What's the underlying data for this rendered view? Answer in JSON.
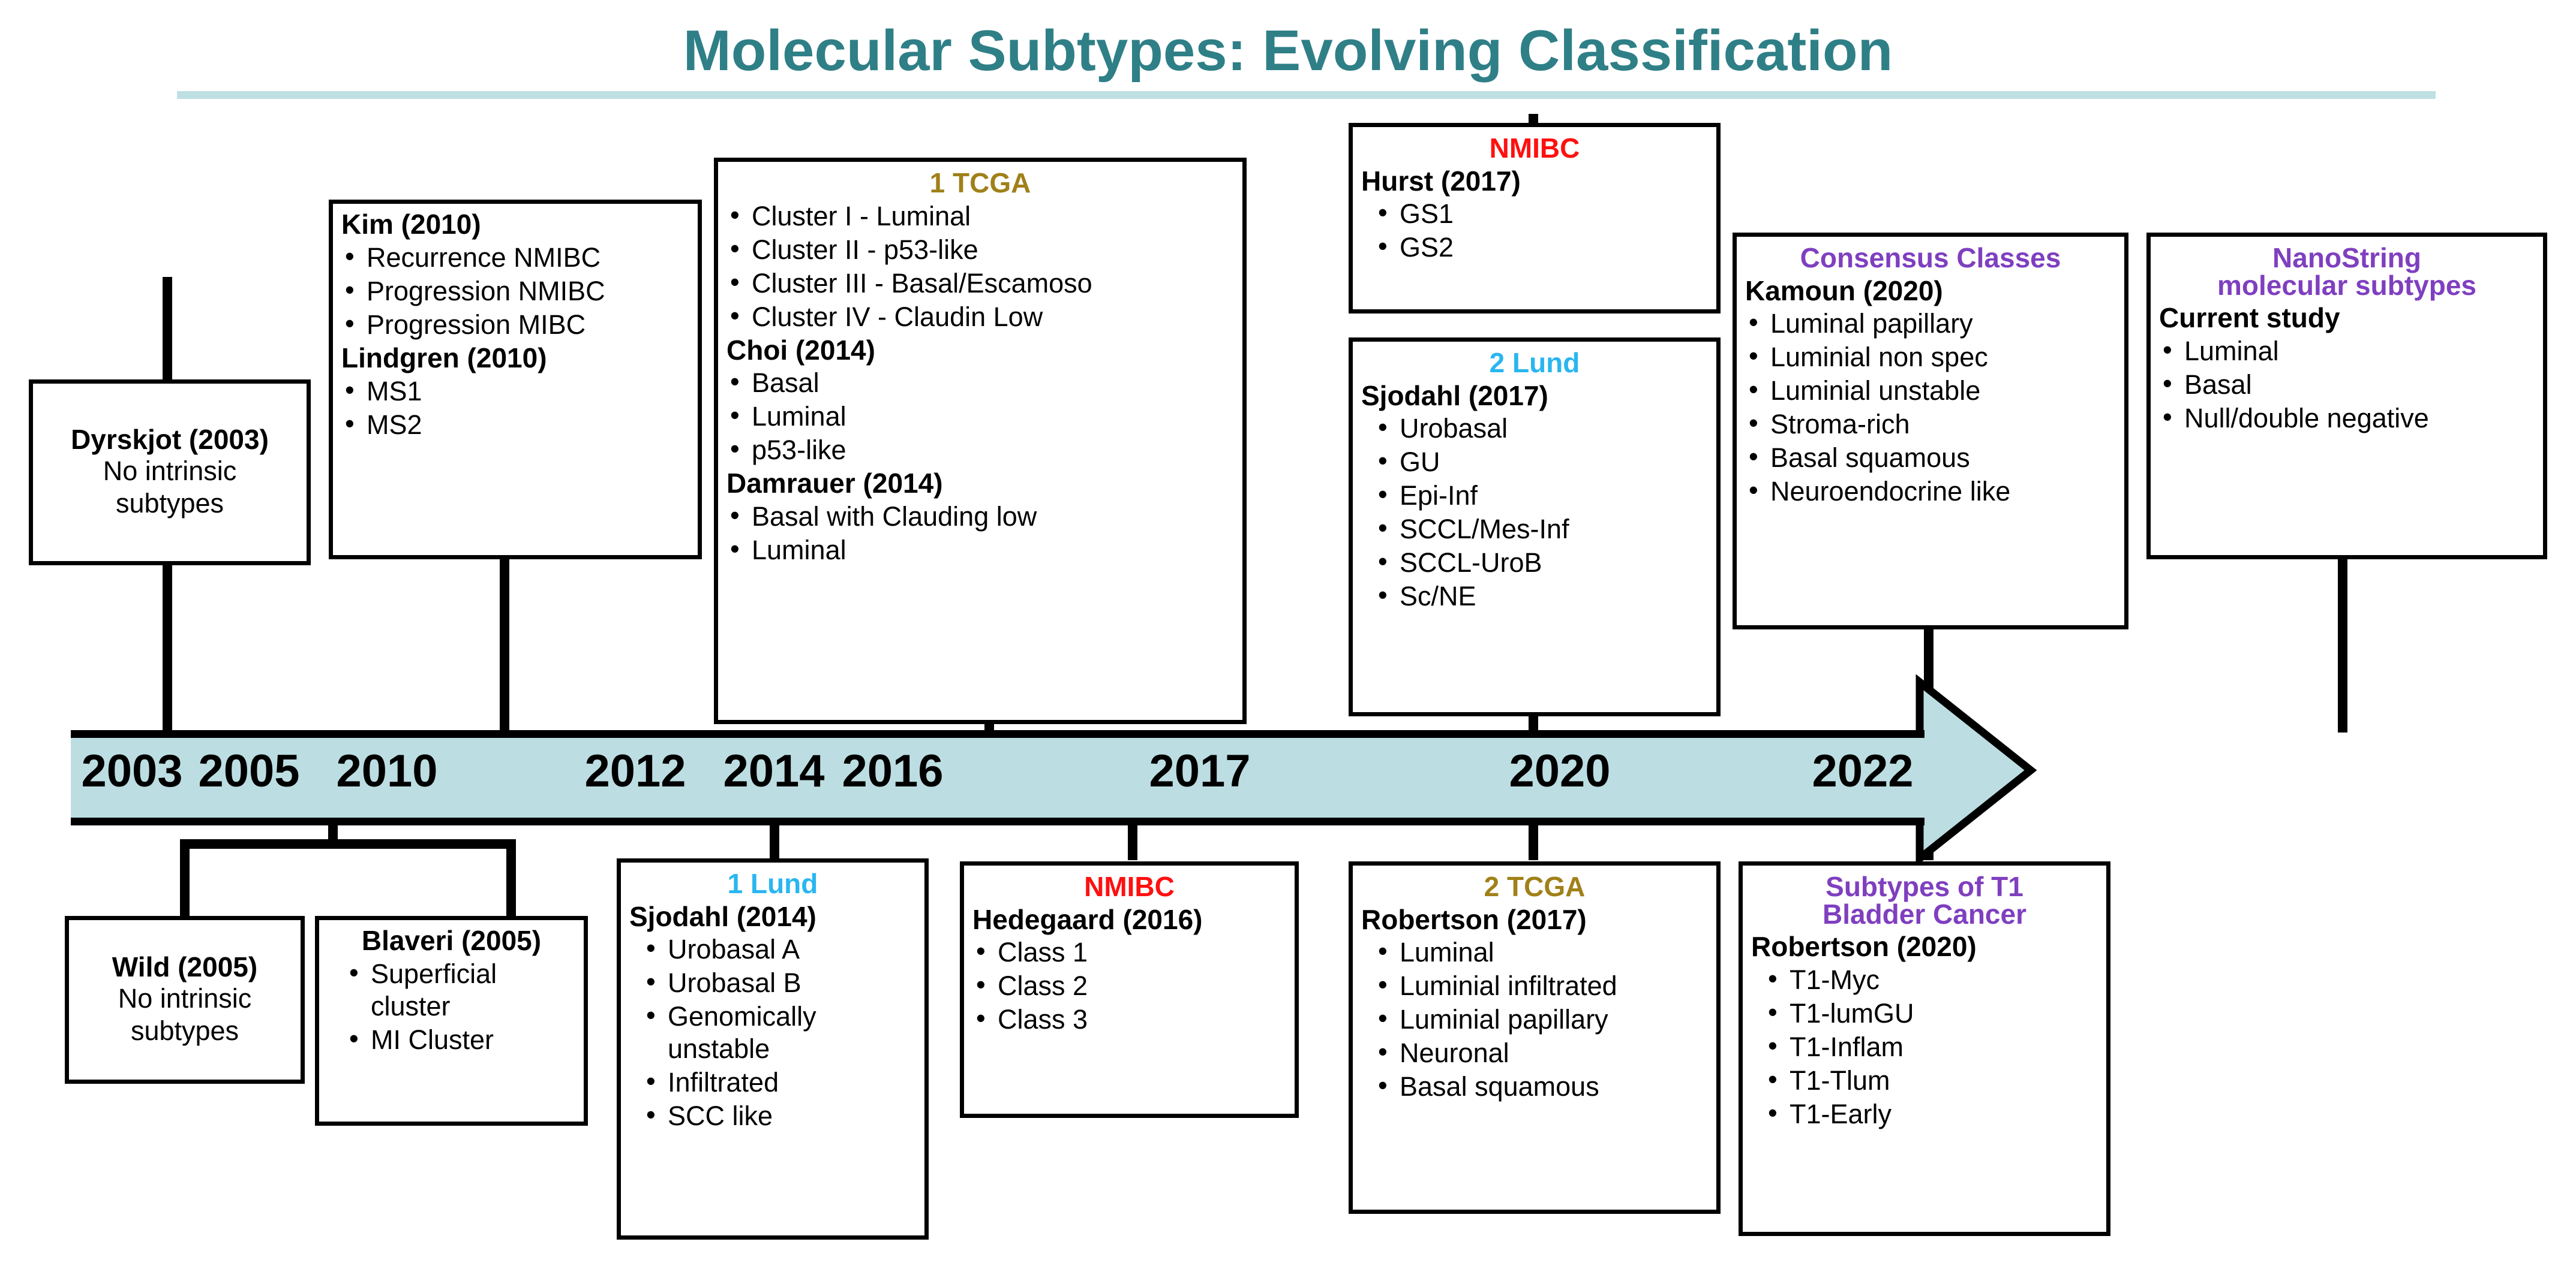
{
  "title": "Molecular Subtypes: Evolving Classification",
  "colors": {
    "title": "#2f7f87",
    "rule": "#bfe0e3",
    "timeline_fill": "#bcdee2",
    "tcga": "#a08019",
    "lund": "#29b6f0",
    "nmibc": "#ff1010",
    "purple": "#7f3fbf",
    "box_border": "#000000"
  },
  "timeline": {
    "years": [
      "2003",
      "2005",
      "2010",
      "2012",
      "2014",
      "2016",
      "2017",
      "2020",
      "2022"
    ]
  },
  "boxes": {
    "dyrskjot": {
      "heading": "Dyrskjot (2003)",
      "lines": [
        "No intrinsic",
        "subtypes"
      ]
    },
    "kim_lindgren": {
      "heading1": "Kim (2010)",
      "items1": [
        "Recurrence NMIBC",
        "Progression NMIBC",
        "Progression MIBC"
      ],
      "heading2": "Lindgren (2010)",
      "items2": [
        "MS1",
        "MS2"
      ]
    },
    "tcga1": {
      "tag": "1  TCGA",
      "items_top": [
        "Cluster I - Luminal",
        "Cluster II - p53-like",
        "Cluster III - Basal/Escamoso",
        "Cluster IV - Claudin Low"
      ],
      "heading1": "Choi (2014)",
      "items1": [
        "Basal",
        "Luminal",
        "p53-like"
      ],
      "heading2": "Damrauer (2014)",
      "items2": [
        "Basal with Clauding low",
        "Luminal"
      ]
    },
    "hurst": {
      "tag": "NMIBC",
      "heading": "Hurst (2017)",
      "items": [
        "GS1",
        "GS2"
      ]
    },
    "lund2": {
      "tag": "2  Lund",
      "heading": "Sjodahl (2017)",
      "items": [
        "Urobasal",
        "GU",
        "Epi-Inf",
        "SCCL/Mes-Inf",
        "SCCL-UroB",
        "Sc/NE"
      ]
    },
    "kamoun": {
      "tag": "Consensus Classes",
      "heading": "Kamoun (2020)",
      "items": [
        "Luminal papillary",
        "Luminial non spec",
        "Luminial unstable",
        "Stroma-rich",
        "Basal squamous",
        "Neuroendocrine like"
      ]
    },
    "nanostring": {
      "tag_line1": "NanoString",
      "tag_line2": "molecular subtypes",
      "heading": "Current study",
      "items": [
        "Luminal",
        "Basal",
        "Null/double negative"
      ]
    },
    "wild": {
      "heading": "Wild (2005)",
      "lines": [
        "No intrinsic",
        "subtypes"
      ]
    },
    "blaveri": {
      "heading": "Blaveri (2005)",
      "items": [
        "Superficial cluster",
        "MI Cluster"
      ]
    },
    "lund1": {
      "tag": "1  Lund",
      "heading": "Sjodahl (2014)",
      "items": [
        "Urobasal A",
        "Urobasal B",
        "Genomically unstable",
        "Infiltrated",
        "SCC like"
      ]
    },
    "hedegaard": {
      "tag": "NMIBC",
      "heading": "Hedegaard (2016)",
      "items": [
        "Class 1",
        "Class 2",
        "Class 3"
      ]
    },
    "tcga2": {
      "tag": "2  TCGA",
      "heading": "Robertson (2017)",
      "items": [
        "Luminal",
        "Luminial infiltrated",
        "Luminial papillary",
        "Neuronal",
        "Basal squamous"
      ]
    },
    "t1": {
      "tag_line1": "Subtypes of T1",
      "tag_line2": "Bladder Cancer",
      "heading": "Robertson (2020)",
      "items": [
        "T1-Myc",
        "T1-lumGU",
        "T1-Inflam",
        "T1-Tlum",
        "T1-Early"
      ]
    }
  }
}
